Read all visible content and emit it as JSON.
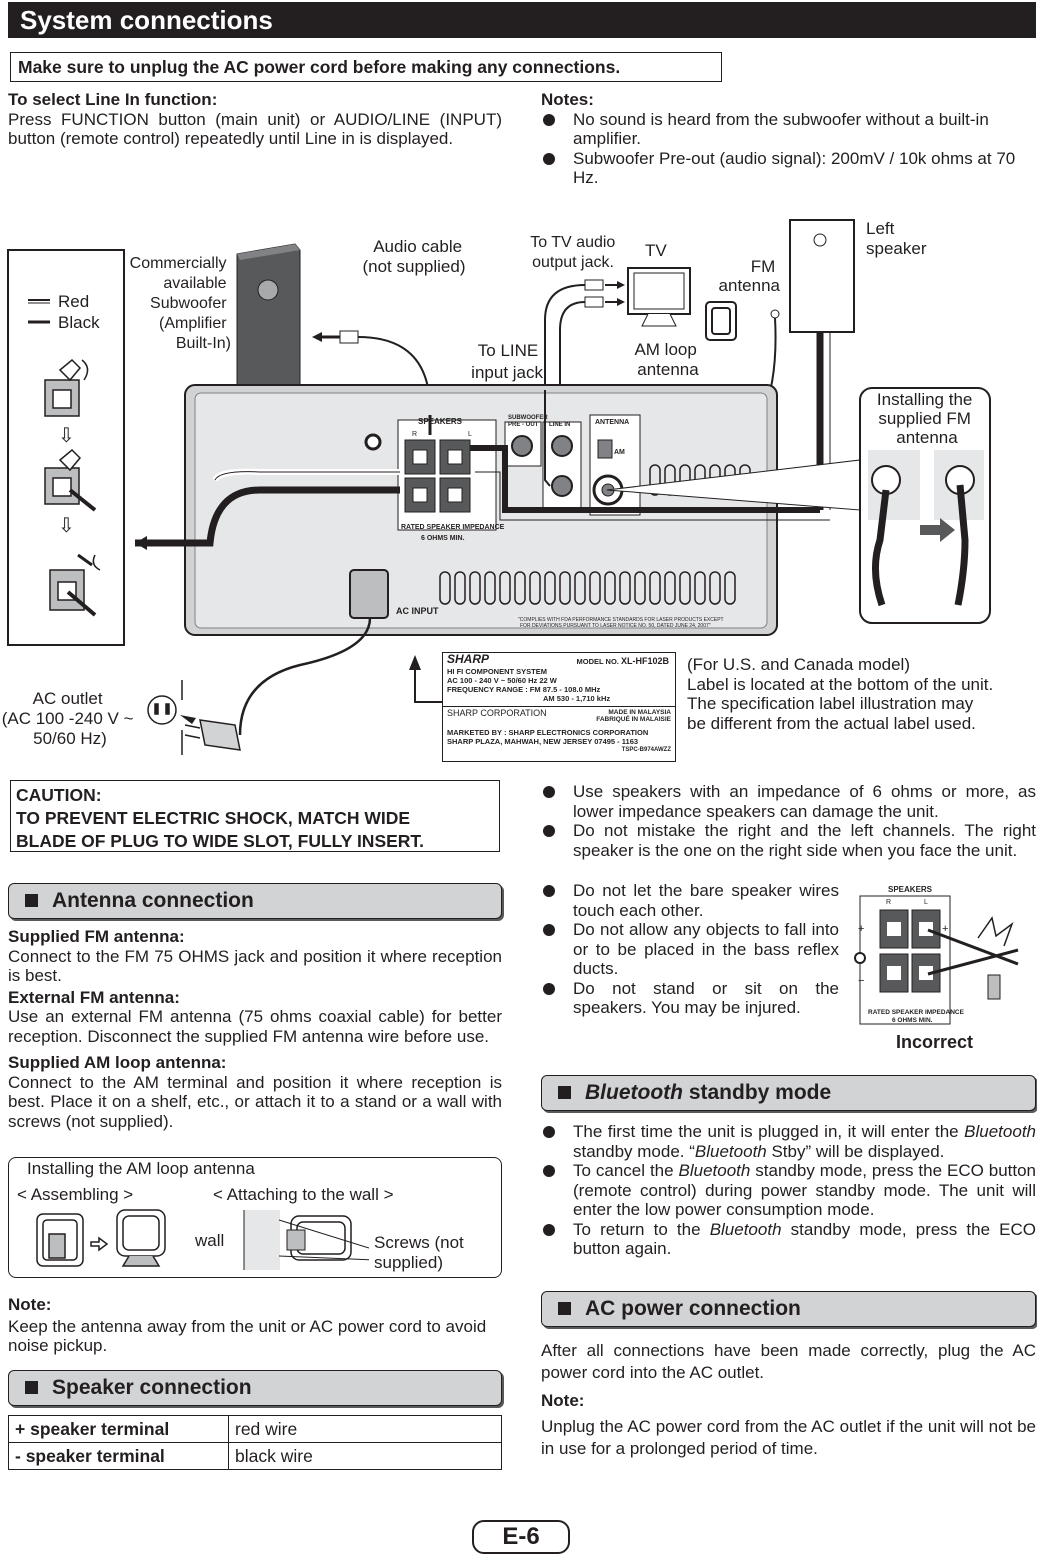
{
  "page_title": "System connections",
  "warning": "Make sure to unplug the AC power cord before making any connections.",
  "line_in": {
    "heading": "To select Line In function:",
    "body": "Press FUNCTION button (main unit) or AUDIO/LINE (INPUT) button (remote control) repeatedly until Line in is displayed."
  },
  "notes": {
    "heading": "Notes:",
    "items": [
      "No sound is heard from the subwoofer without a built-in amplifier.",
      "Subwoofer Pre-out (audio signal): 200mV / 10k ohms at 70 Hz."
    ]
  },
  "diagram": {
    "legend_red": "Red",
    "legend_black": "Black",
    "subwoofer": [
      "Commercially",
      "available",
      "Subwoofer",
      "(Amplifier",
      "Built-In)"
    ],
    "audio_cable": [
      "Audio cable",
      "(not supplied)"
    ],
    "tv_output": [
      "To TV audio",
      "output jack."
    ],
    "tv": "TV",
    "fm_antenna": [
      "FM",
      "antenna"
    ],
    "left_speaker": [
      "Left",
      "speaker"
    ],
    "line_input": [
      "To LINE",
      "input jack"
    ],
    "am_loop": [
      "AM loop",
      "antenna"
    ],
    "installing_fm": [
      "Installing the",
      "supplied FM",
      "antenna"
    ],
    "ac_outlet": [
      "AC outlet",
      "(AC 100 -240 V ~",
      "50/60 Hz)"
    ],
    "panel_speakers": "SPEAKERS",
    "panel_sub": [
      "SUBWOOFER",
      "PRE - OUT"
    ],
    "panel_line": "LINE IN",
    "panel_antenna": "ANTENNA",
    "panel_am": "AM",
    "panel_impedance": [
      "RATED SPEAKER IMPEDANCE",
      "6 OHMS MIN."
    ],
    "panel_ac": "AC INPUT",
    "panel_fda": [
      "\"COMPLIES WITH FDA PERFORMANCE STANDARDS FOR LASER PRODUCTS EXCEPT",
      "FOR DEVIATIONS PURSUANT TO LASER NOTICE NO. 50, DATED JUNE 24, 2007\""
    ],
    "panel_r": "R",
    "panel_l": "L"
  },
  "spec_label": {
    "brand": "SHARP",
    "model_no": "MODEL NO.",
    "model": "XL-HF102B",
    "system": "HI FI COMPONENT SYSTEM",
    "power": "AC 100 - 240 V ~ 50/60 Hz    22 W",
    "freq_range": "FREQUENCY RANGE",
    "fm": ": FM 87.5 - 108.0 MHz",
    "am": "AM 530 - 1,710  kHz",
    "corp": "SHARP CORPORATION",
    "made": [
      "MADE IN MALAYSIA",
      "FABRIQUÉ IN MALAISIE"
    ],
    "marketed": [
      "MARKETED BY : SHARP ELECTRONICS CORPORATION",
      "SHARP PLAZA, MAHWAH, NEW JERSEY 07495 - 1163"
    ],
    "code": "TSPC-B974AWZZ"
  },
  "label_note": [
    "(For U.S. and Canada model)",
    "Label is located at the bottom of the unit.",
    "The specification label illustration may",
    "be different from the actual label used."
  ],
  "caution": {
    "heading": "CAUTION:",
    "text": [
      "TO PREVENT ELECTRIC SHOCK, MATCH WIDE",
      "BLADE OF PLUG TO WIDE SLOT, FULLY INSERT."
    ]
  },
  "antenna": {
    "title": "Antenna connection",
    "fm_heading": "Supplied FM antenna:",
    "fm_body": "Connect to the FM 75 OHMS jack and position it where reception is best.",
    "ext_heading": "External FM antenna:",
    "ext_body": "Use an external FM antenna (75 ohms coaxial cable) for better reception. Disconnect the supplied FM antenna wire before use.",
    "am_heading": "Supplied AM loop antenna:",
    "am_body": "Connect to the AM terminal and position it where reception is best. Place it on a shelf, etc., or attach it to a stand or a wall with screws (not supplied).",
    "install_title": "Installing the AM loop antenna",
    "assembling": "< Assembling >",
    "attaching": "< Attaching to the wall >",
    "wall": "wall",
    "screws": [
      "Screws (not",
      "supplied)"
    ],
    "note_heading": "Note:",
    "note_body": "Keep the antenna away from the unit or AC power cord to avoid noise pickup."
  },
  "speaker": {
    "title": "Speaker connection",
    "rows": [
      {
        "terminal": "+ speaker terminal",
        "wire": "red wire"
      },
      {
        "terminal": "- speaker terminal",
        "wire": "black wire"
      }
    ]
  },
  "speaker_notes": [
    "Use speakers with an impedance of 6 ohms or more, as lower impedance speakers can damage the unit.",
    "Do not mistake the right and the left channels. The right speaker is the one on the right side when you face the unit.",
    "Do not let the bare speaker wires touch each other.",
    "Do not allow any objects to fall into or to be placed in the bass reflex ducts.",
    "Do not stand or sit on the speakers. You may be injured."
  ],
  "incorrect": "Incorrect",
  "bluetooth": {
    "title_em": "Bluetooth",
    "title_rest": " standby mode",
    "items": [
      {
        "a": "The first time the unit is plugged in, it will enter the ",
        "em1": "Bluetooth",
        "b": " standby mode. “",
        "em2": "Bluetooth",
        "c": " Stby” will be displayed."
      },
      {
        "a": "To cancel the ",
        "em1": "Bluetooth",
        "b": " standby mode, press the ECO button (remote control) during power standby mode. The unit will enter the low power consumption mode.",
        "em2": "",
        "c": ""
      },
      {
        "a": "To return to the ",
        "em1": "Bluetooth",
        "b": " standby mode, press the ECO button again.",
        "em2": "",
        "c": ""
      }
    ]
  },
  "ac_power": {
    "title": "AC power connection",
    "body": "After all connections have been made correctly, plug the AC power cord into the AC outlet.",
    "note_heading": "Note:",
    "note_body": "Unplug the AC power cord from the AC outlet if the unit will not be in use for a prolonged period of time."
  },
  "page_number": "E-6"
}
